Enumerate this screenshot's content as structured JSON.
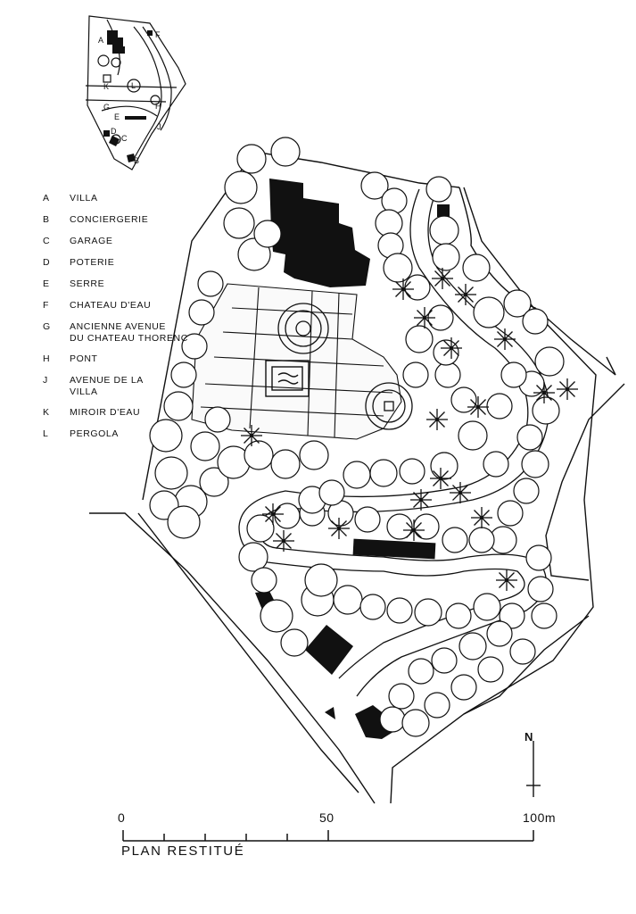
{
  "legend": [
    {
      "key": "A",
      "label": "VILLA"
    },
    {
      "key": "B",
      "label": "CONCIERGERIE"
    },
    {
      "key": "C",
      "label": "GARAGE"
    },
    {
      "key": "D",
      "label": "POTERIE"
    },
    {
      "key": "E",
      "label": "SERRE"
    },
    {
      "key": "F",
      "label": "CHATEAU D'EAU"
    },
    {
      "key": "G",
      "label": "ANCIENNE AVENUE\nDU CHATEAU THORENC"
    },
    {
      "key": "H",
      "label": "PONT"
    },
    {
      "key": "J",
      "label": "AVENUE DE LA\nVILLA"
    },
    {
      "key": "K",
      "label": "MIROIR D'EAU"
    },
    {
      "key": "L",
      "label": "PERGOLA"
    }
  ],
  "inset_labels": {
    "a": "A",
    "f": "F",
    "k": "K",
    "l": "L",
    "g": "G",
    "e": "E",
    "h": "H",
    "j": "J",
    "d": "D",
    "c": "C",
    "b": "B"
  },
  "scale": {
    "start": "0",
    "middle": "50",
    "end": "100m"
  },
  "title": "PLAN RESTITUÉ",
  "north": "N",
  "colors": {
    "ink": "#111111",
    "paper": "#ffffff"
  }
}
